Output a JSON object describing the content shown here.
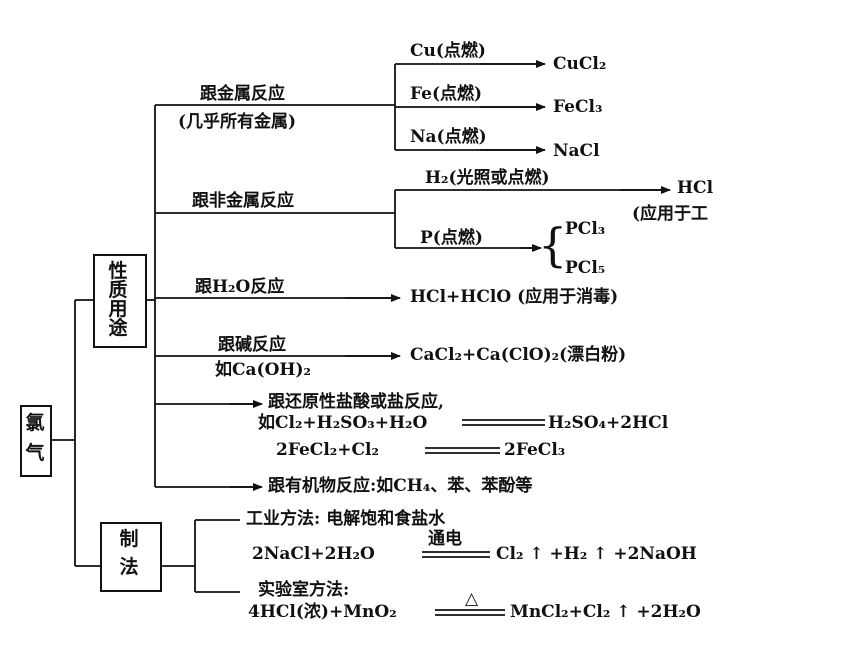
{
  "root": {
    "chars": [
      "氯",
      "气"
    ]
  },
  "box_properties": {
    "chars": [
      "性",
      "质",
      "用",
      "途"
    ]
  },
  "box_preparation": {
    "chars": [
      "制",
      "法"
    ]
  },
  "metals": {
    "label_line1": "跟金属反应",
    "label_line2": "(几乎所有金属)",
    "cu": "Cu(点燃)",
    "cu_product": "CuCl₂",
    "fe": "Fe(点燃)",
    "fe_product": "FeCl₃",
    "na": "Na(点燃)",
    "na_product": "NaCl"
  },
  "nonmetals": {
    "label": "跟非金属反应",
    "h2": "H₂(光照或点燃)",
    "hcl": "HCl",
    "hcl_use": "(应用于工",
    "p": "P(点燃)",
    "pcl3": "PCl₃",
    "pcl5": "PCl₅"
  },
  "water": {
    "label": "跟H₂O反应",
    "product": "HCl+HClO (应用于消毒)"
  },
  "base": {
    "label_line1": "跟碱反应",
    "label_line2": "如Ca(OH)₂",
    "product": "CaCl₂+Ca(ClO)₂(漂白粉)"
  },
  "reducing": {
    "label": "跟还原性盐酸或盐反应,",
    "eq1_left": "如Cl₂+H₂SO₃+H₂O",
    "eq1_right": "H₂SO₄+2HCl",
    "eq2_left": "2FeCl₂+Cl₂",
    "eq2_right": "2FeCl₃"
  },
  "organic": {
    "label": "跟有机物反应:如CH₄、苯、苯酚等"
  },
  "industrial": {
    "label": "工业方法: 电解饱和食盐水",
    "eq_left": "2NaCl+2H₂O",
    "condition": "通电",
    "eq_right": "Cl₂ ↑ +H₂ ↑ +2NaOH"
  },
  "lab": {
    "label": "实验室方法:",
    "eq_left": "4HCl(浓)+MnO₂",
    "condition": "△",
    "eq_right": "MnCl₂+Cl₂ ↑ +2H₂O"
  }
}
